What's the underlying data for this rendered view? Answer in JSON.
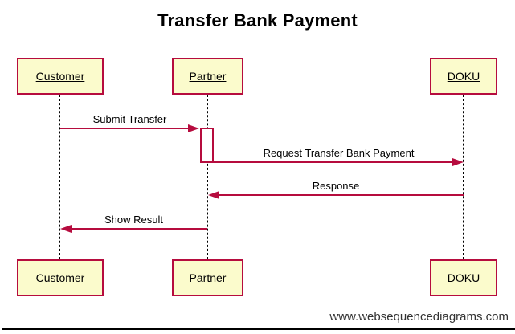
{
  "title": "Transfer Bank Payment",
  "actors": [
    {
      "name": "Customer"
    },
    {
      "name": "Partner"
    },
    {
      "name": "DOKU"
    }
  ],
  "messages": [
    {
      "label": "Submit Transfer",
      "from": "Customer",
      "to": "Partner",
      "direction": "right"
    },
    {
      "label": "Request Transfer Bank Payment",
      "from": "Partner",
      "to": "DOKU",
      "direction": "right"
    },
    {
      "label": "Response",
      "from": "DOKU",
      "to": "Partner",
      "direction": "left"
    },
    {
      "label": "Show Result",
      "from": "Partner",
      "to": "Customer",
      "direction": "left"
    }
  ],
  "activation": {
    "actor": "Partner"
  },
  "watermark": "www.websequencediagrams.com",
  "colors": {
    "accent": "#b60c3e",
    "actor_fill": "#fbfbcc",
    "lifeline": "#000000",
    "text": "#000000",
    "watermark_text": "#333333"
  }
}
